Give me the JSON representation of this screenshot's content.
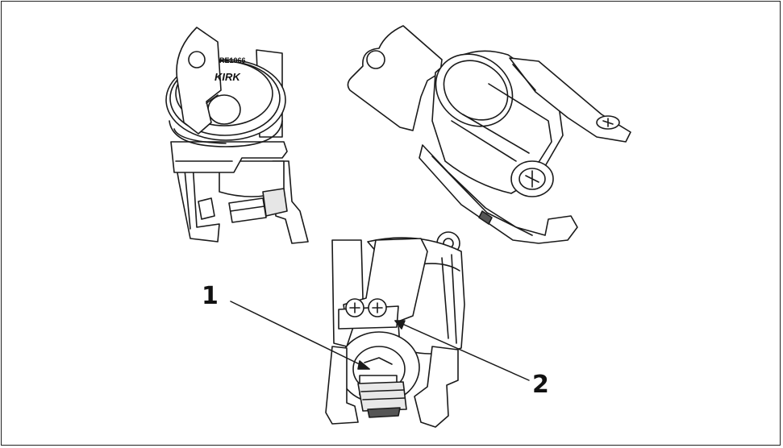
{
  "callouts": {
    "one": "1",
    "two": "2"
  },
  "stamp": {
    "part_no": "RE1066",
    "brand": "KIRK"
  },
  "colors": {
    "line": "#1a1a1a",
    "fill": "#ffffff",
    "shade": "#d9d9d9",
    "dark": "#555555"
  }
}
